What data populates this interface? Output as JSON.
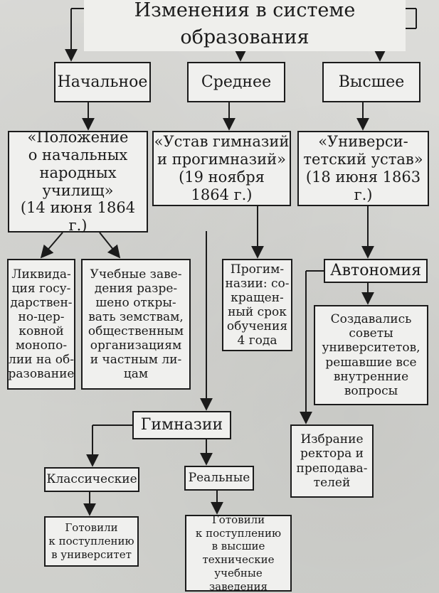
{
  "title": "Изменения в системе образования",
  "levels": {
    "primary": "Начальное",
    "secondary": "Среднее",
    "higher": "Высшее"
  },
  "documents": {
    "primary": "«Положение\nо начальных\nнародных\nучилищ»\n(14 июня 1864 г.)",
    "secondary": "«Устав гимназий\nи прогимназий»\n(19 ноября\n1864 г.)",
    "higher": "«Универси-\nтетский устав»\n(18 июня 1863 г.)"
  },
  "details": {
    "liquidation": "Ликвида-\nция госу-\nдарствен-\nно-цер-\nковной\nмонопо-\nлии на об-\nразование",
    "permitted": "Учебные заве-\nдения разре-\nшено откры-\nвать земствам,\nобщественным\nорганизациям\nи частным ли-\nцам",
    "progymnasium": "Прогим-\nназии: со-\nкращен-\nный срок\nобучения\n4 года",
    "autonomy": "Автономия",
    "councils": "Создавались\nсоветы\nуниверситетов,\nрешавшие все\nвнутренние\nвопросы",
    "election": "Избрание\nректора и\nпреподава-\nтелей"
  },
  "gymnasiums": {
    "label": "Гимназии",
    "classical": "Классические",
    "real": "Реальные",
    "classical_outcome": "Готовили\nк поступлению\nв университет",
    "real_outcome": "Готовили\nк поступлению\nв высшие\nтехнические\nучебные заведения"
  }
}
